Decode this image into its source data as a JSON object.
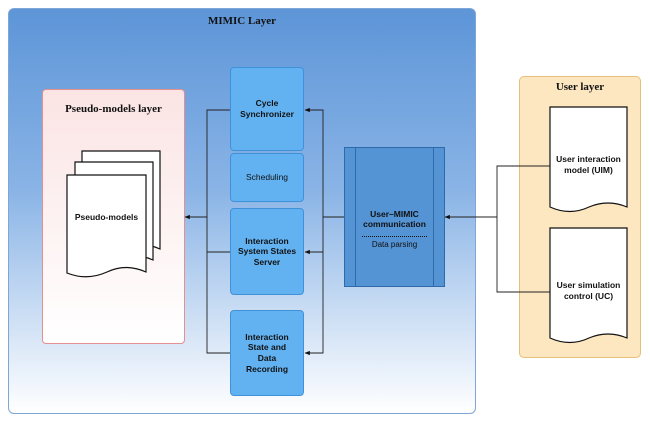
{
  "mimic_layer": {
    "title": "MIMIC Layer",
    "cycle_synchronizer": "Cycle Synchronizer",
    "scheduling": "Scheduling",
    "interaction_states_server": "Interaction System States Server",
    "state_recording": "Interaction State and Data Recording",
    "communication": {
      "title": "User–MIMIC communication",
      "subtitle": "Data parsing"
    }
  },
  "pseudo_layer": {
    "title": "Pseudo-models layer",
    "document": "Pseudo-models"
  },
  "user_layer": {
    "title": "User layer",
    "uim": "User interaction model (UIM)",
    "uc": "User simulation control (UC)"
  },
  "colors": {
    "mimic_fill": "#5d95d8",
    "box_fill": "#62b2f2",
    "comm_fill": "#5493d4",
    "pseudo_border": "#e58f8f",
    "user_fill": "#fde7c1"
  }
}
